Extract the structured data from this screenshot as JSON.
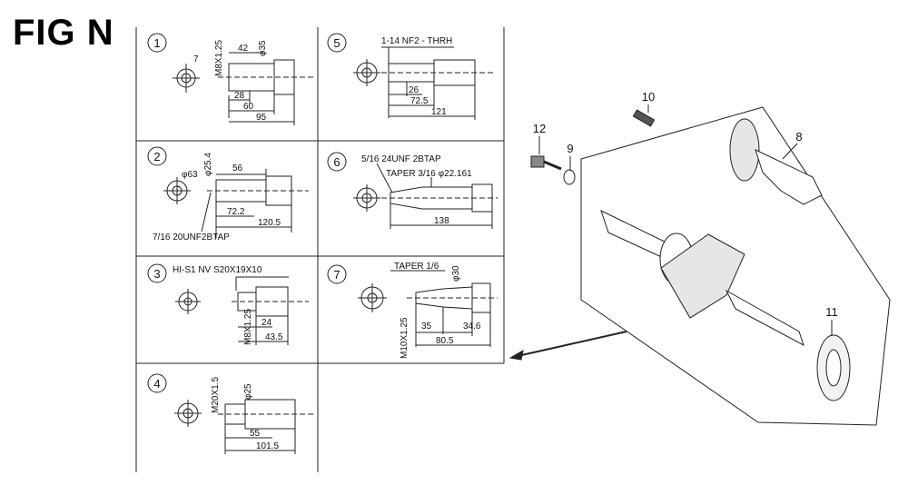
{
  "figure": {
    "title": "FIG N"
  },
  "panels": [
    {
      "id": "1",
      "num": "1",
      "dims": {
        "a": "7",
        "b": "42",
        "c": "M8X1.25",
        "d": "φ35",
        "e": "28",
        "f": "60",
        "g": "95"
      }
    },
    {
      "id": "2",
      "num": "2",
      "dims": {
        "a": "φ63",
        "b": "φ25.4",
        "c": "56",
        "d": "72.2",
        "e": "120.5",
        "note": "7/16 20UNF2BTAP"
      }
    },
    {
      "id": "3",
      "num": "3",
      "dims": {
        "note": "HI-S1 NV S20X19X10",
        "a": "M8X1.25",
        "b": "24",
        "c": "43.5"
      }
    },
    {
      "id": "4",
      "num": "4",
      "dims": {
        "a": "M20X1.5",
        "b": "φ25",
        "c": "55",
        "d": "101.5"
      }
    },
    {
      "id": "5",
      "num": "5",
      "dims": {
        "note": "1-14 NF2 - THRH",
        "a": "26",
        "b": "72.5",
        "c": "121"
      }
    },
    {
      "id": "6",
      "num": "6",
      "dims": {
        "note1": "5/16 24UNF 2BTAP",
        "note2": "TAPER 3/16 φ22.161",
        "a": "138"
      }
    },
    {
      "id": "7",
      "num": "7",
      "dims": {
        "note": "TAPER 1/6",
        "a": "φ30",
        "b": "M10X1.25",
        "c": "35",
        "d": "34.6",
        "e": "80.5"
      }
    }
  ],
  "callouts": [
    "8",
    "9",
    "10",
    "11",
    "12"
  ]
}
